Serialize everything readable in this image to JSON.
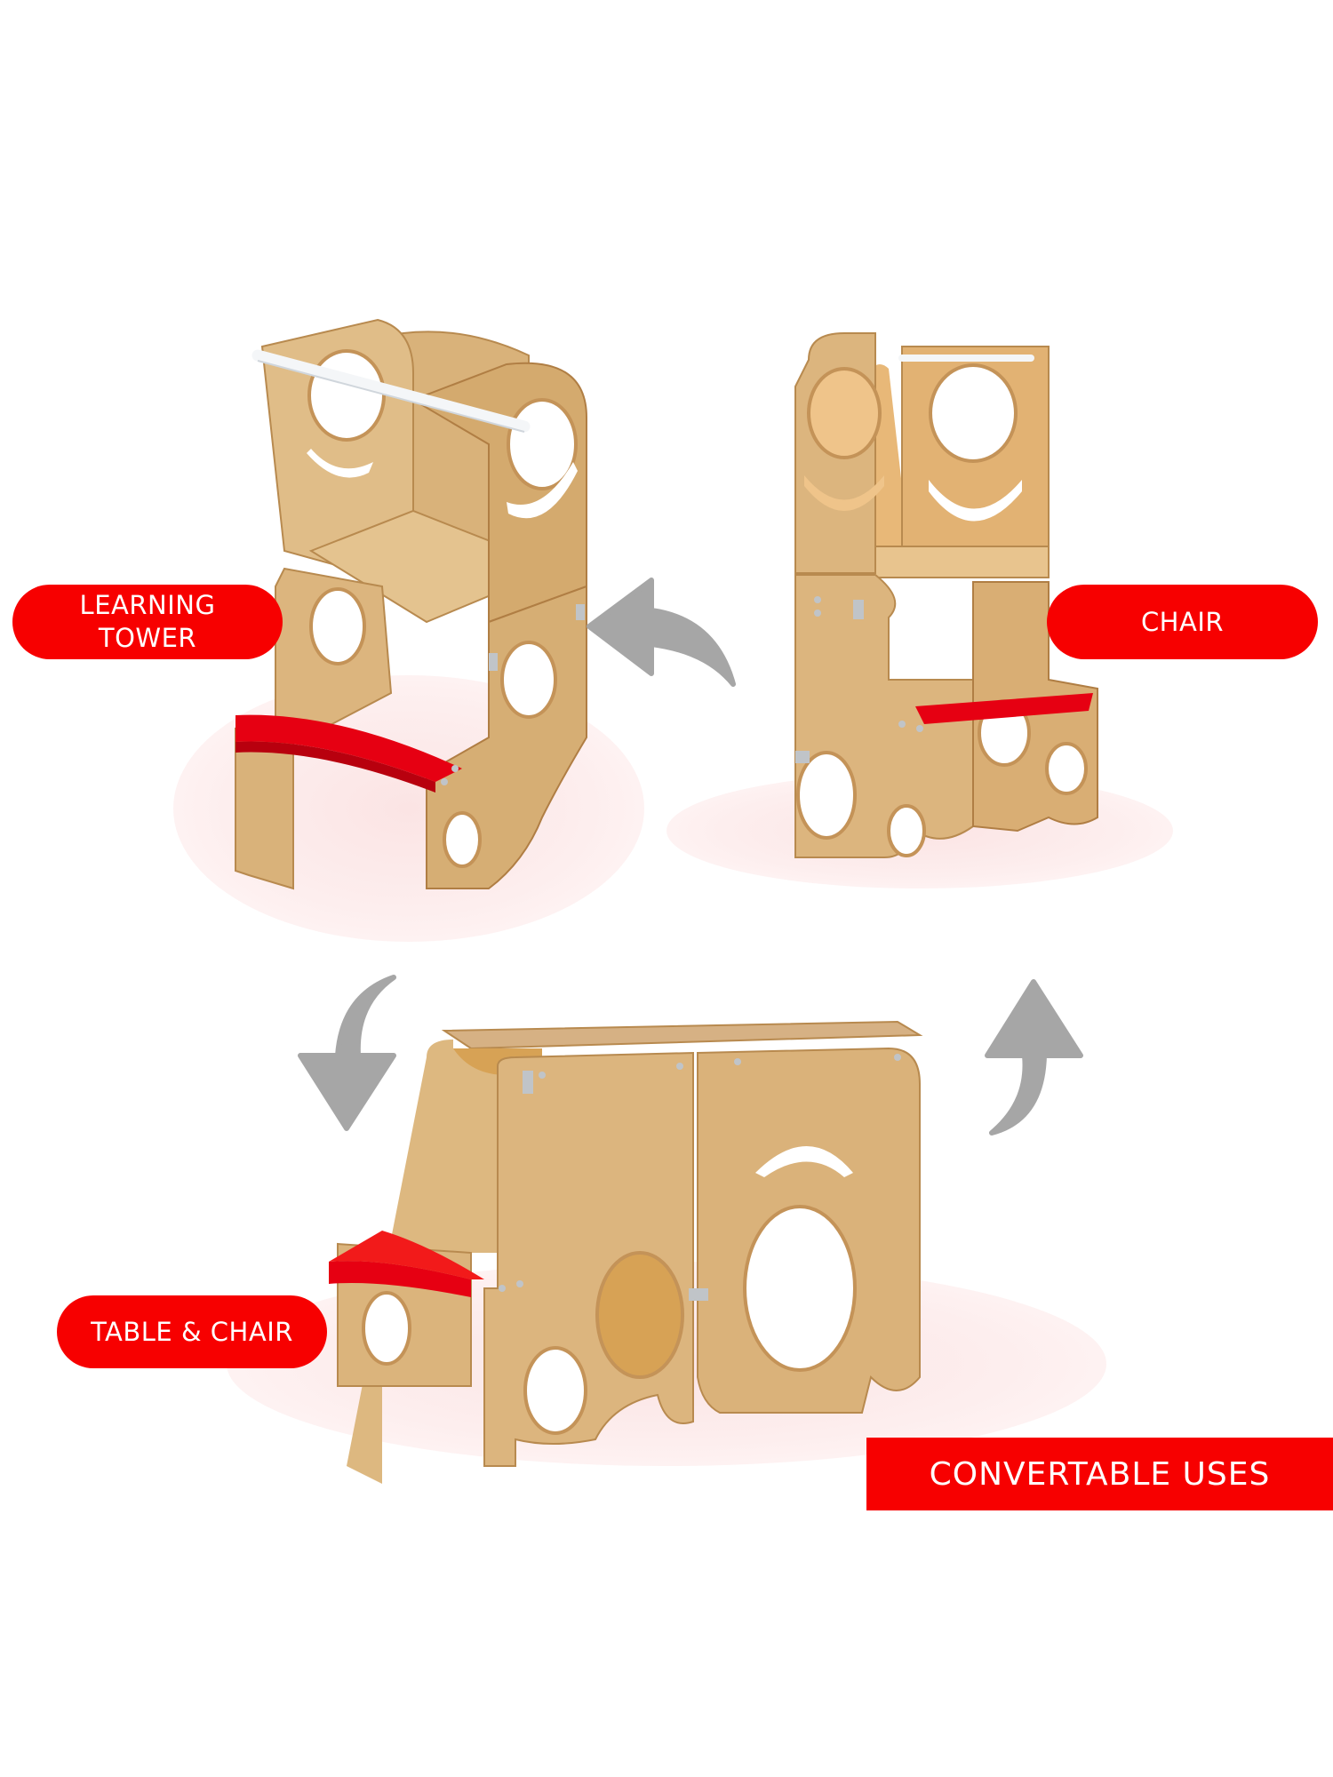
{
  "labels": {
    "learning_tower": {
      "line1": "LEARNING",
      "line2": "TOWER"
    },
    "chair": "CHAIR",
    "table_and_chair": "TABLE & CHAIR"
  },
  "banner": {
    "text": "CONVERTABLE USES"
  },
  "arrows": [
    {
      "name": "arrow-chair-to-tower",
      "direction": "left",
      "icon": "curved-arrow-left-icon"
    },
    {
      "name": "arrow-tower-to-table",
      "direction": "down",
      "icon": "curved-arrow-down-icon"
    },
    {
      "name": "arrow-table-to-chair",
      "direction": "up",
      "icon": "curved-arrow-up-icon"
    }
  ],
  "colors": {
    "accent_red": "#f70000",
    "arrow_gray": "#a6a6a6",
    "wood": "#dcb57e",
    "wood_dark": "#c79a5c",
    "step_red": "#e60012",
    "shadow_pink": "#fbe4e4"
  },
  "products": [
    {
      "name": "learning-tower",
      "label": "LEARNING TOWER"
    },
    {
      "name": "chair",
      "label": "CHAIR"
    },
    {
      "name": "table-and-chair",
      "label": "TABLE & CHAIR"
    }
  ]
}
